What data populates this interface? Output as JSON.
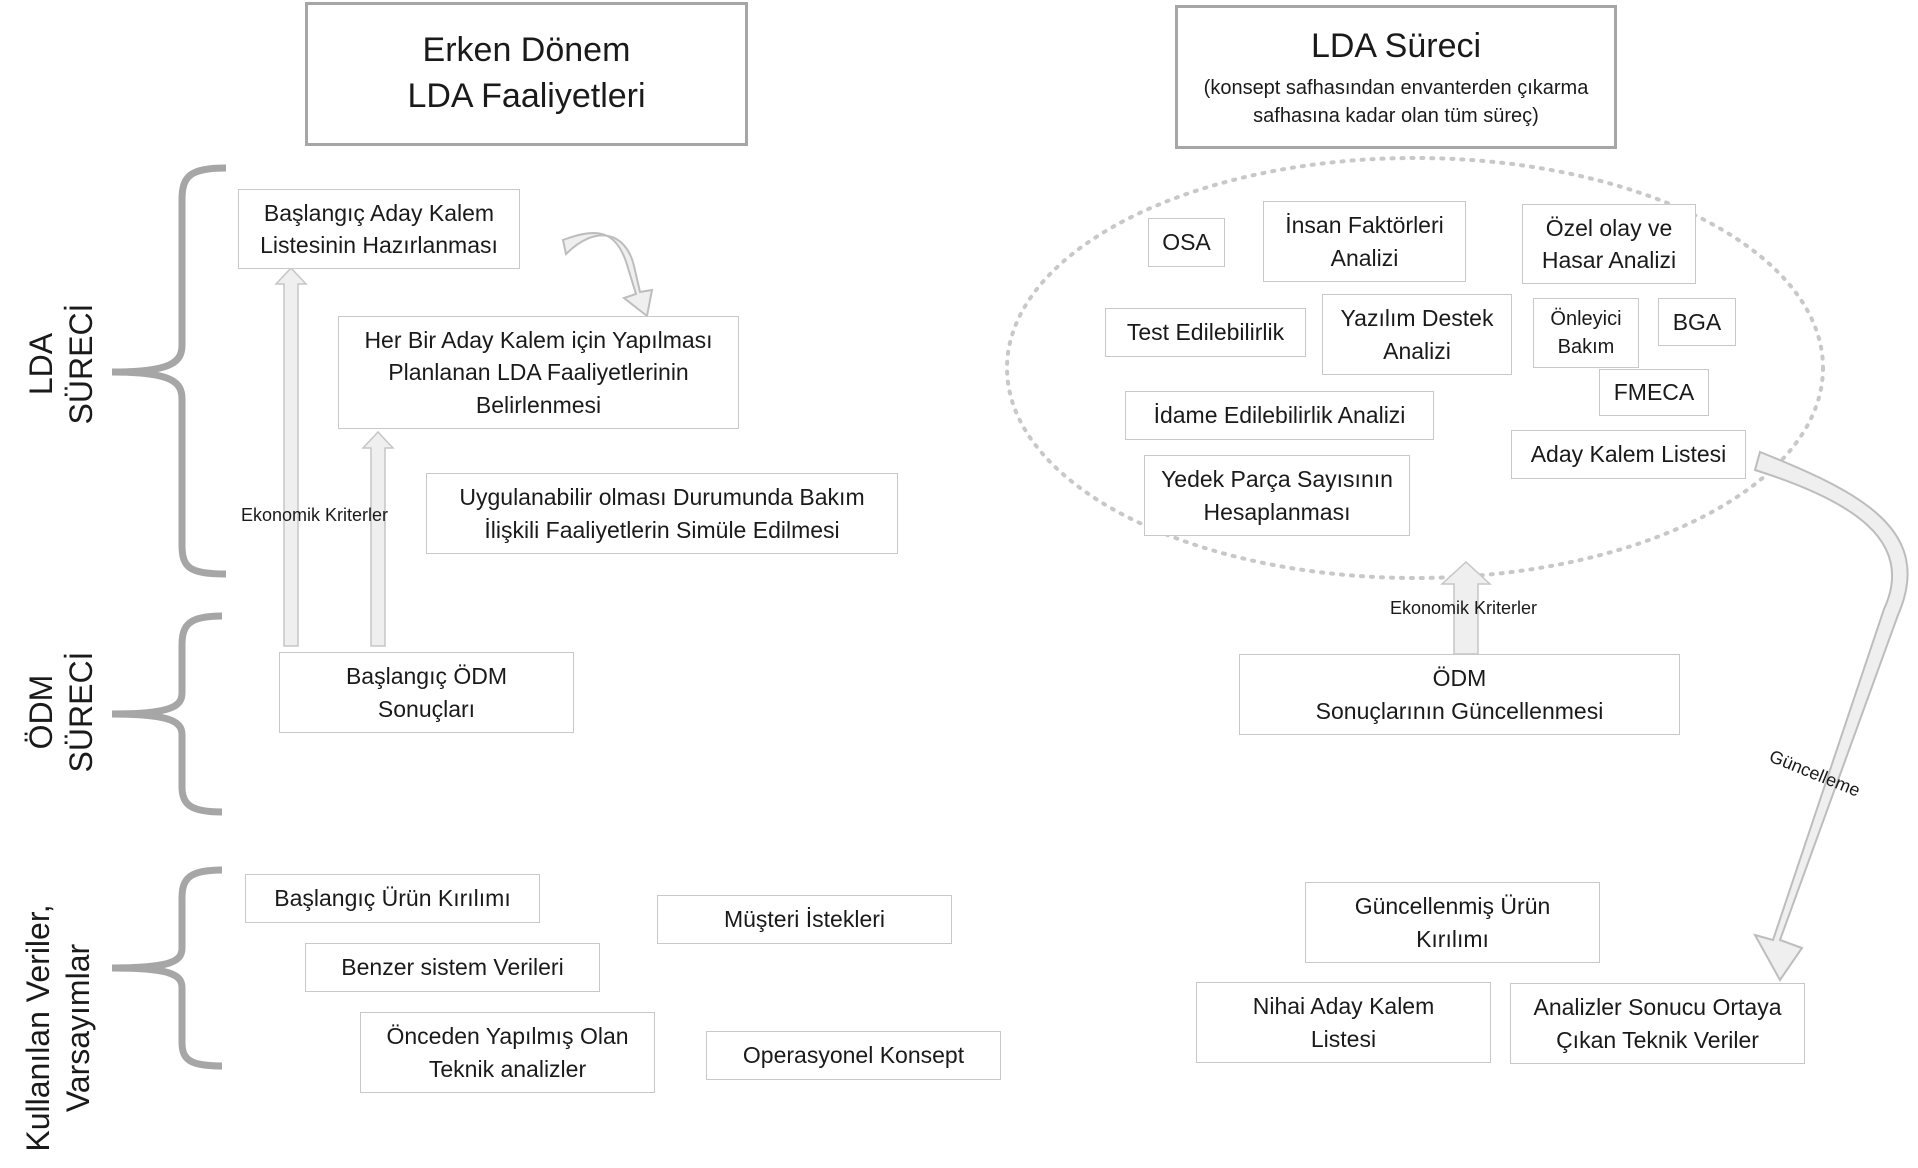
{
  "left_header": {
    "title": "Erken Dönem\nLDA Faaliyetleri"
  },
  "right_header": {
    "title": "LDA Süreci",
    "subtitle": "(konsept safhasından envanterden çıkarma\nsafhasına kadar olan tüm süreç)"
  },
  "side_labels": {
    "lda": "LDA\nSÜRECİ",
    "odm": "ÖDM\nSÜRECİ",
    "kullanilan": "Kullanılan Veriler,\nVarsayımlar"
  },
  "left_boxes": {
    "baslangic_aday": "Başlangıç Aday Kalem\nListesinin Hazırlanması",
    "her_bir_aday": "Her Bir Aday Kalem için Yapılması\nPlanlanan LDA Faaliyetlerinin\nBelirlenmesi",
    "uygulanabilir": "Uygulanabilir olması Durumunda Bakım\nİlişkili Faaliyetlerin Simüle Edilmesi",
    "baslangic_odm": "Başlangıç ÖDM\nSonuçları",
    "urun_kirilimi": "Başlangıç Ürün Kırılımı",
    "benzer_sistem": "Benzer sistem Verileri",
    "onceden": "Önceden Yapılmış Olan\nTeknik analizler",
    "musteri": "Müşteri İstekleri",
    "operasyonel": "Operasyonel Konsept"
  },
  "left_arrow_label": "Ekonomik Kriterler",
  "ellipse_boxes": {
    "osa": "OSA",
    "insan": "İnsan Faktörleri\nAnalizi",
    "ozel_olay": "Özel olay ve\nHasar Analizi",
    "test": "Test Edilebilirlik",
    "yazilim": "Yazılım Destek\nAnalizi",
    "onleyici": "Önleyici\nBakım",
    "bga": "BGA",
    "fmeca": "FMECA",
    "idame": "İdame Edilebilirlik Analizi",
    "aday_liste": "Aday Kalem Listesi",
    "yedek": "Yedek Parça Sayısının\nHesaplanması"
  },
  "right_boxes": {
    "odm_guncel": "ÖDM\nSonuçlarının Güncellenmesi",
    "guncel_urun": "Güncellenmiş Ürün\nKırılımı",
    "nihai": "Nihai Aday Kalem\nListesi",
    "analizler": "Analizler Sonucu Ortaya\nÇıkan Teknik Veriler"
  },
  "right_arrow_label": "Ekonomik Kriterler",
  "curve_label": "Güncelleme",
  "colors": {
    "bracket": "#a6a6a6",
    "arrow_fill": "#ededed",
    "arrow_stroke": "#bdbdbd",
    "ellipse": "#c8c8c8"
  }
}
